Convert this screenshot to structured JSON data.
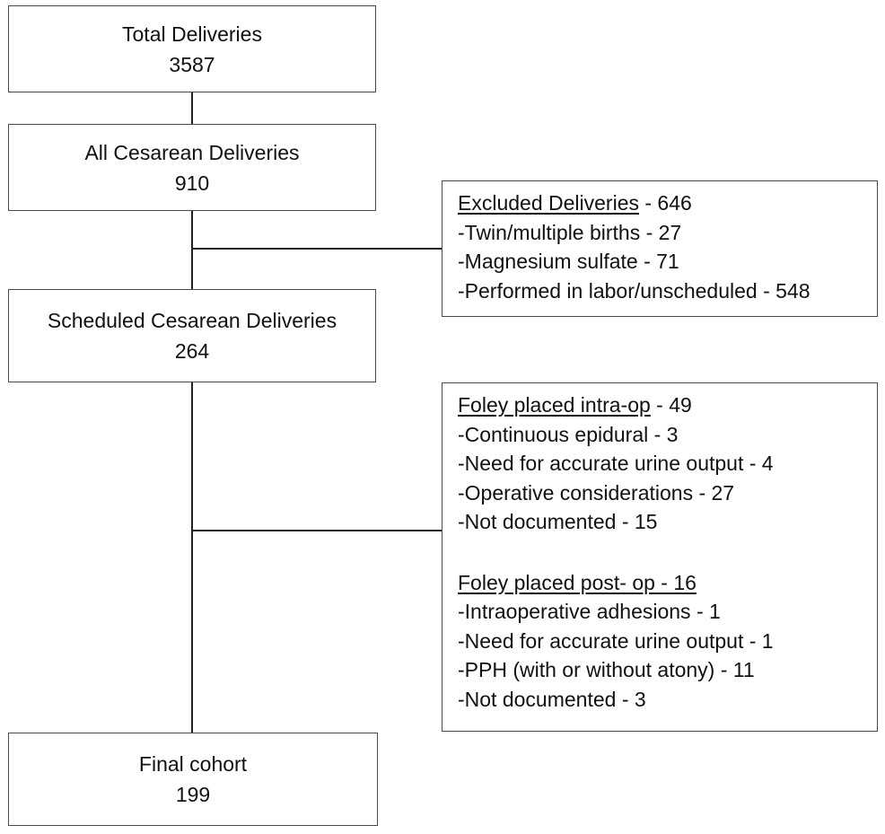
{
  "nodes": {
    "total": {
      "label": "Total Deliveries",
      "count": "3587"
    },
    "cesarean": {
      "label": "All Cesarean Deliveries",
      "count": "910"
    },
    "scheduled": {
      "label": "Scheduled Cesarean Deliveries",
      "count": "264"
    },
    "final": {
      "label": "Final cohort",
      "count": "199"
    }
  },
  "excluded": {
    "heading": "Excluded Deliveries",
    "heading_suffix": " - 646",
    "items": [
      "-Twin/multiple births - 27",
      "-Magnesium sulfate - 71",
      "-Performed in labor/unscheduled - 548"
    ]
  },
  "foley_intraop": {
    "heading": "Foley placed intra-op",
    "heading_suffix": " - 49",
    "items": [
      "-Continuous epidural - 3",
      "-Need for accurate urine output - 4",
      "-Operative considerations - 27",
      "-Not documented - 15"
    ]
  },
  "foley_postop": {
    "heading": "Foley placed post- op - 16",
    "items": [
      "-Intraoperative adhesions - 1",
      "-Need for accurate urine output - 1",
      "-PPH (with or without atony) - 11",
      "-Not documented - 3"
    ]
  }
}
